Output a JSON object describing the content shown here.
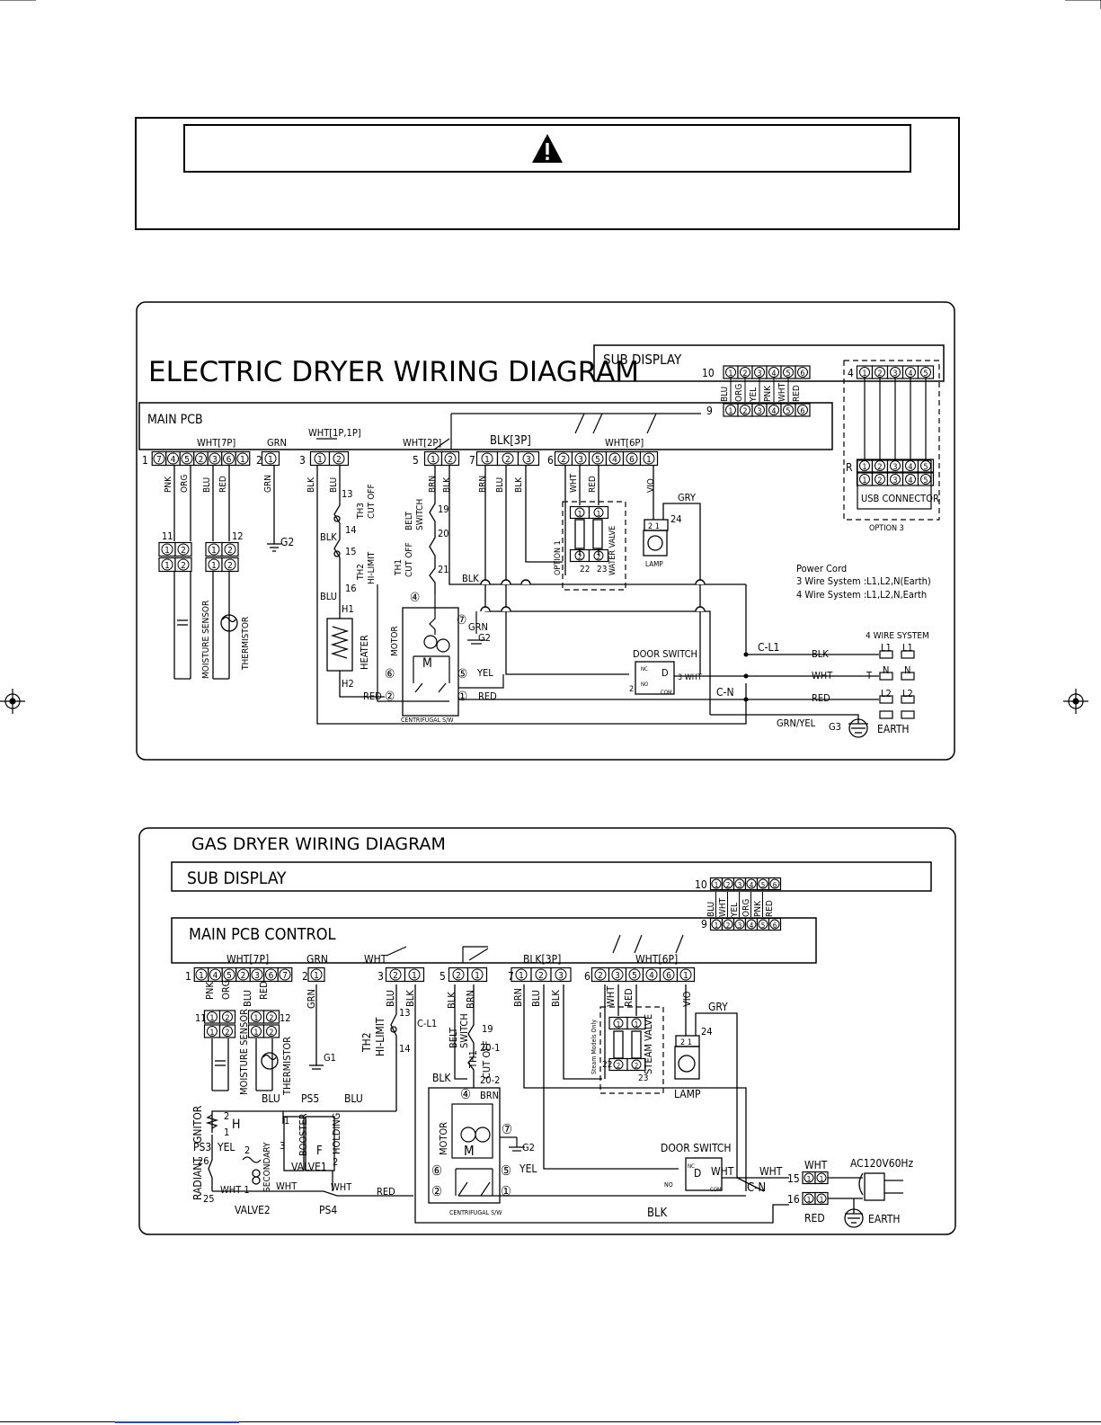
{
  "warning": {
    "icon": "warning-triangle-icon"
  },
  "electric": {
    "title": "ELECTRIC DRYER WIRING DIAGRAM",
    "sub_display": "SUB DISPLAY",
    "main_pcb": "MAIN PCB",
    "pin_nums": [
      "1",
      "2",
      "3",
      "4",
      "5",
      "6"
    ],
    "sub_wire_colors": [
      "BLU",
      "ORG",
      "YEL",
      "PNK",
      "WHT",
      "RED"
    ],
    "labels": {
      "n10": "10",
      "n9": "9",
      "n4": "4",
      "nR": "R",
      "usb": "USB CONNECTOR",
      "option3": "OPTION 3",
      "wht7p": "WHT[7P]",
      "grn": "GRN",
      "wht1p": "WHT[1P,1P]",
      "wht2p": "WHT[2P]",
      "blk3p": "BLK[3P]",
      "wht6p": "WHT[6P]",
      "c1": "1",
      "c2": "2",
      "c3": "3",
      "c5": "5",
      "c7": "7",
      "c6": "6",
      "pnk": "PNK",
      "org": "ORG",
      "blu": "BLU",
      "red": "RED",
      "grn_w": "GRN",
      "blk": "BLK",
      "brn": "BRN",
      "wht": "WHT",
      "vio": "VIO",
      "gry": "GRY",
      "n11": "11",
      "n12": "12",
      "g2": "G2",
      "g2b": "G2",
      "moisture": "MOISTURE SENSOR",
      "thermistor": "THERMISTOR",
      "n13": "13",
      "n14": "14",
      "n15": "15",
      "n16": "16",
      "th3": "TH3",
      "cutoff3": "CUT OFF",
      "th2": "TH2",
      "hilimit": "HI-LIMIT",
      "h1": "H1",
      "h2": "H2",
      "heater": "HEATER",
      "belt": "BELT",
      "switch": "SWITCH",
      "n19": "19",
      "n20": "20",
      "n21": "21",
      "th1": "TH1",
      "cutoff1": "CUT OFF",
      "option1": "OPTION 1",
      "water_valve": "WATER VALVE",
      "n22": "22",
      "n23": "23",
      "lamp": "LAMP",
      "n24": "24",
      "motor": "MOTOR",
      "m": "M",
      "p4": "④",
      "p7": "⑦",
      "p6": "⑥",
      "p5": "⑤",
      "p2": "②",
      "p1": "①",
      "yel": "YEL",
      "centrifugal": "CENTRIFUGAL S/W",
      "door_switch": "DOOR SWITCH",
      "nc": "NC",
      "no": "NO",
      "com": "COM",
      "d": "D",
      "d2": "2",
      "d3wht": "3 WHT",
      "cl1": "C-L1",
      "cn": "C-N",
      "power_cord": "Power Cord",
      "wire3": "3 Wire System :L1,L2,N(Earth)",
      "wire4": "4 Wire System :L1,L2,N,Earth",
      "four_wire": "4 WIRE SYSTEM",
      "l1": "L1",
      "l1b": "L1",
      "n": "N",
      "nb": "N",
      "l2": "L2",
      "l2b": "L2",
      "t": "T",
      "grnyel": "GRN/YEL",
      "g3": "G3",
      "earth": "EARTH"
    }
  },
  "gas": {
    "title": "GAS DRYER WIRING DIAGRAM",
    "sub_display": "SUB DISPLAY",
    "main_pcb": "MAIN PCB CONTROL",
    "pin_nums": [
      "1",
      "2",
      "3",
      "4",
      "5",
      "6"
    ],
    "sub_wire_colors": [
      "BLU",
      "WHT",
      "YEL",
      "ORG",
      "PNK",
      "RED"
    ],
    "labels": {
      "n10": "10",
      "n9": "9",
      "wht7p": "WHT[7P]",
      "grn": "GRN",
      "wht": "WHT",
      "blk3p": "BLK[3P]",
      "wht6p": "WHT[6P]",
      "c1": "1",
      "c2": "2",
      "c3": "3",
      "c5": "5",
      "c7": "7",
      "c6": "6",
      "pnk": "PNK",
      "org": "ORG",
      "blu": "BLU",
      "red": "RED",
      "grn_w": "GRN",
      "blk": "BLK",
      "brn": "BRN",
      "whtw": "WHT",
      "vio": "VIO",
      "gry": "GRY",
      "n11": "11",
      "n12": "12",
      "g1": "G1",
      "moisture": "MOISTURE SENSOR",
      "thermistor": "THERMISTOR",
      "th2": "TH2",
      "hilimit": "HI-LIMIT",
      "n13": "13",
      "n14": "14",
      "cl1": "C-L1",
      "belt": "BELT",
      "switch": "SWITCH",
      "n19": "19",
      "n201": "20-1",
      "n202": "20-2",
      "th1": "TH1",
      "cutoff": "CUT OFF",
      "steam_only": "Steam Models Only",
      "steam_valve": "STEAM VALVE",
      "n22": "22",
      "n23": "23",
      "lamp": "LAMP",
      "n24": "24",
      "blk_w": "BLK",
      "brn_w": "BRN",
      "motor": "MOTOR",
      "m": "M",
      "p4": "④",
      "p7": "⑦",
      "p6": "⑥",
      "p5": "⑤",
      "p2": "②",
      "p1": "①",
      "yel": "YEL",
      "g2": "G2",
      "centrifugal": "CENTRIFUGAL S/W",
      "door_switch": "DOOR SWITCH",
      "nc": "NC",
      "no": "NO",
      "com": "COM",
      "d": "D",
      "d2": "2",
      "d3": "3",
      "d1": "1",
      "wht_d": "WHT",
      "wht_cn": "WHT",
      "cn": "C-N",
      "gnitor": "GNITOR",
      "h": "H",
      "ps3": "PS3",
      "yel2": "YEL",
      "radiant": "RADIANT",
      "n26": "26",
      "n25": "25",
      "n2a": "2",
      "n1a": "1",
      "n2b": "2",
      "n1b": "1",
      "n3": "3",
      "n1c": "1",
      "n2c": "2",
      "secondary": "SECONDARY",
      "booster": "BOOSTER",
      "holding": "HOLDING",
      "f": "F",
      "valve1": "VALVE1",
      "valve2": "VALVE2",
      "ps4": "PS4",
      "ps5": "PS5",
      "blu_a": "BLU",
      "blu_b": "BLU",
      "wht1": "WHT 1",
      "wht_b": "WHT",
      "wht_c": "WHT",
      "red_w": "RED",
      "blk_bottom": "BLK",
      "n15": "15",
      "n16": "16",
      "wht_15": "WHT",
      "red_16": "RED",
      "ac": "AC120V60Hz",
      "earth": "EARTH"
    }
  }
}
